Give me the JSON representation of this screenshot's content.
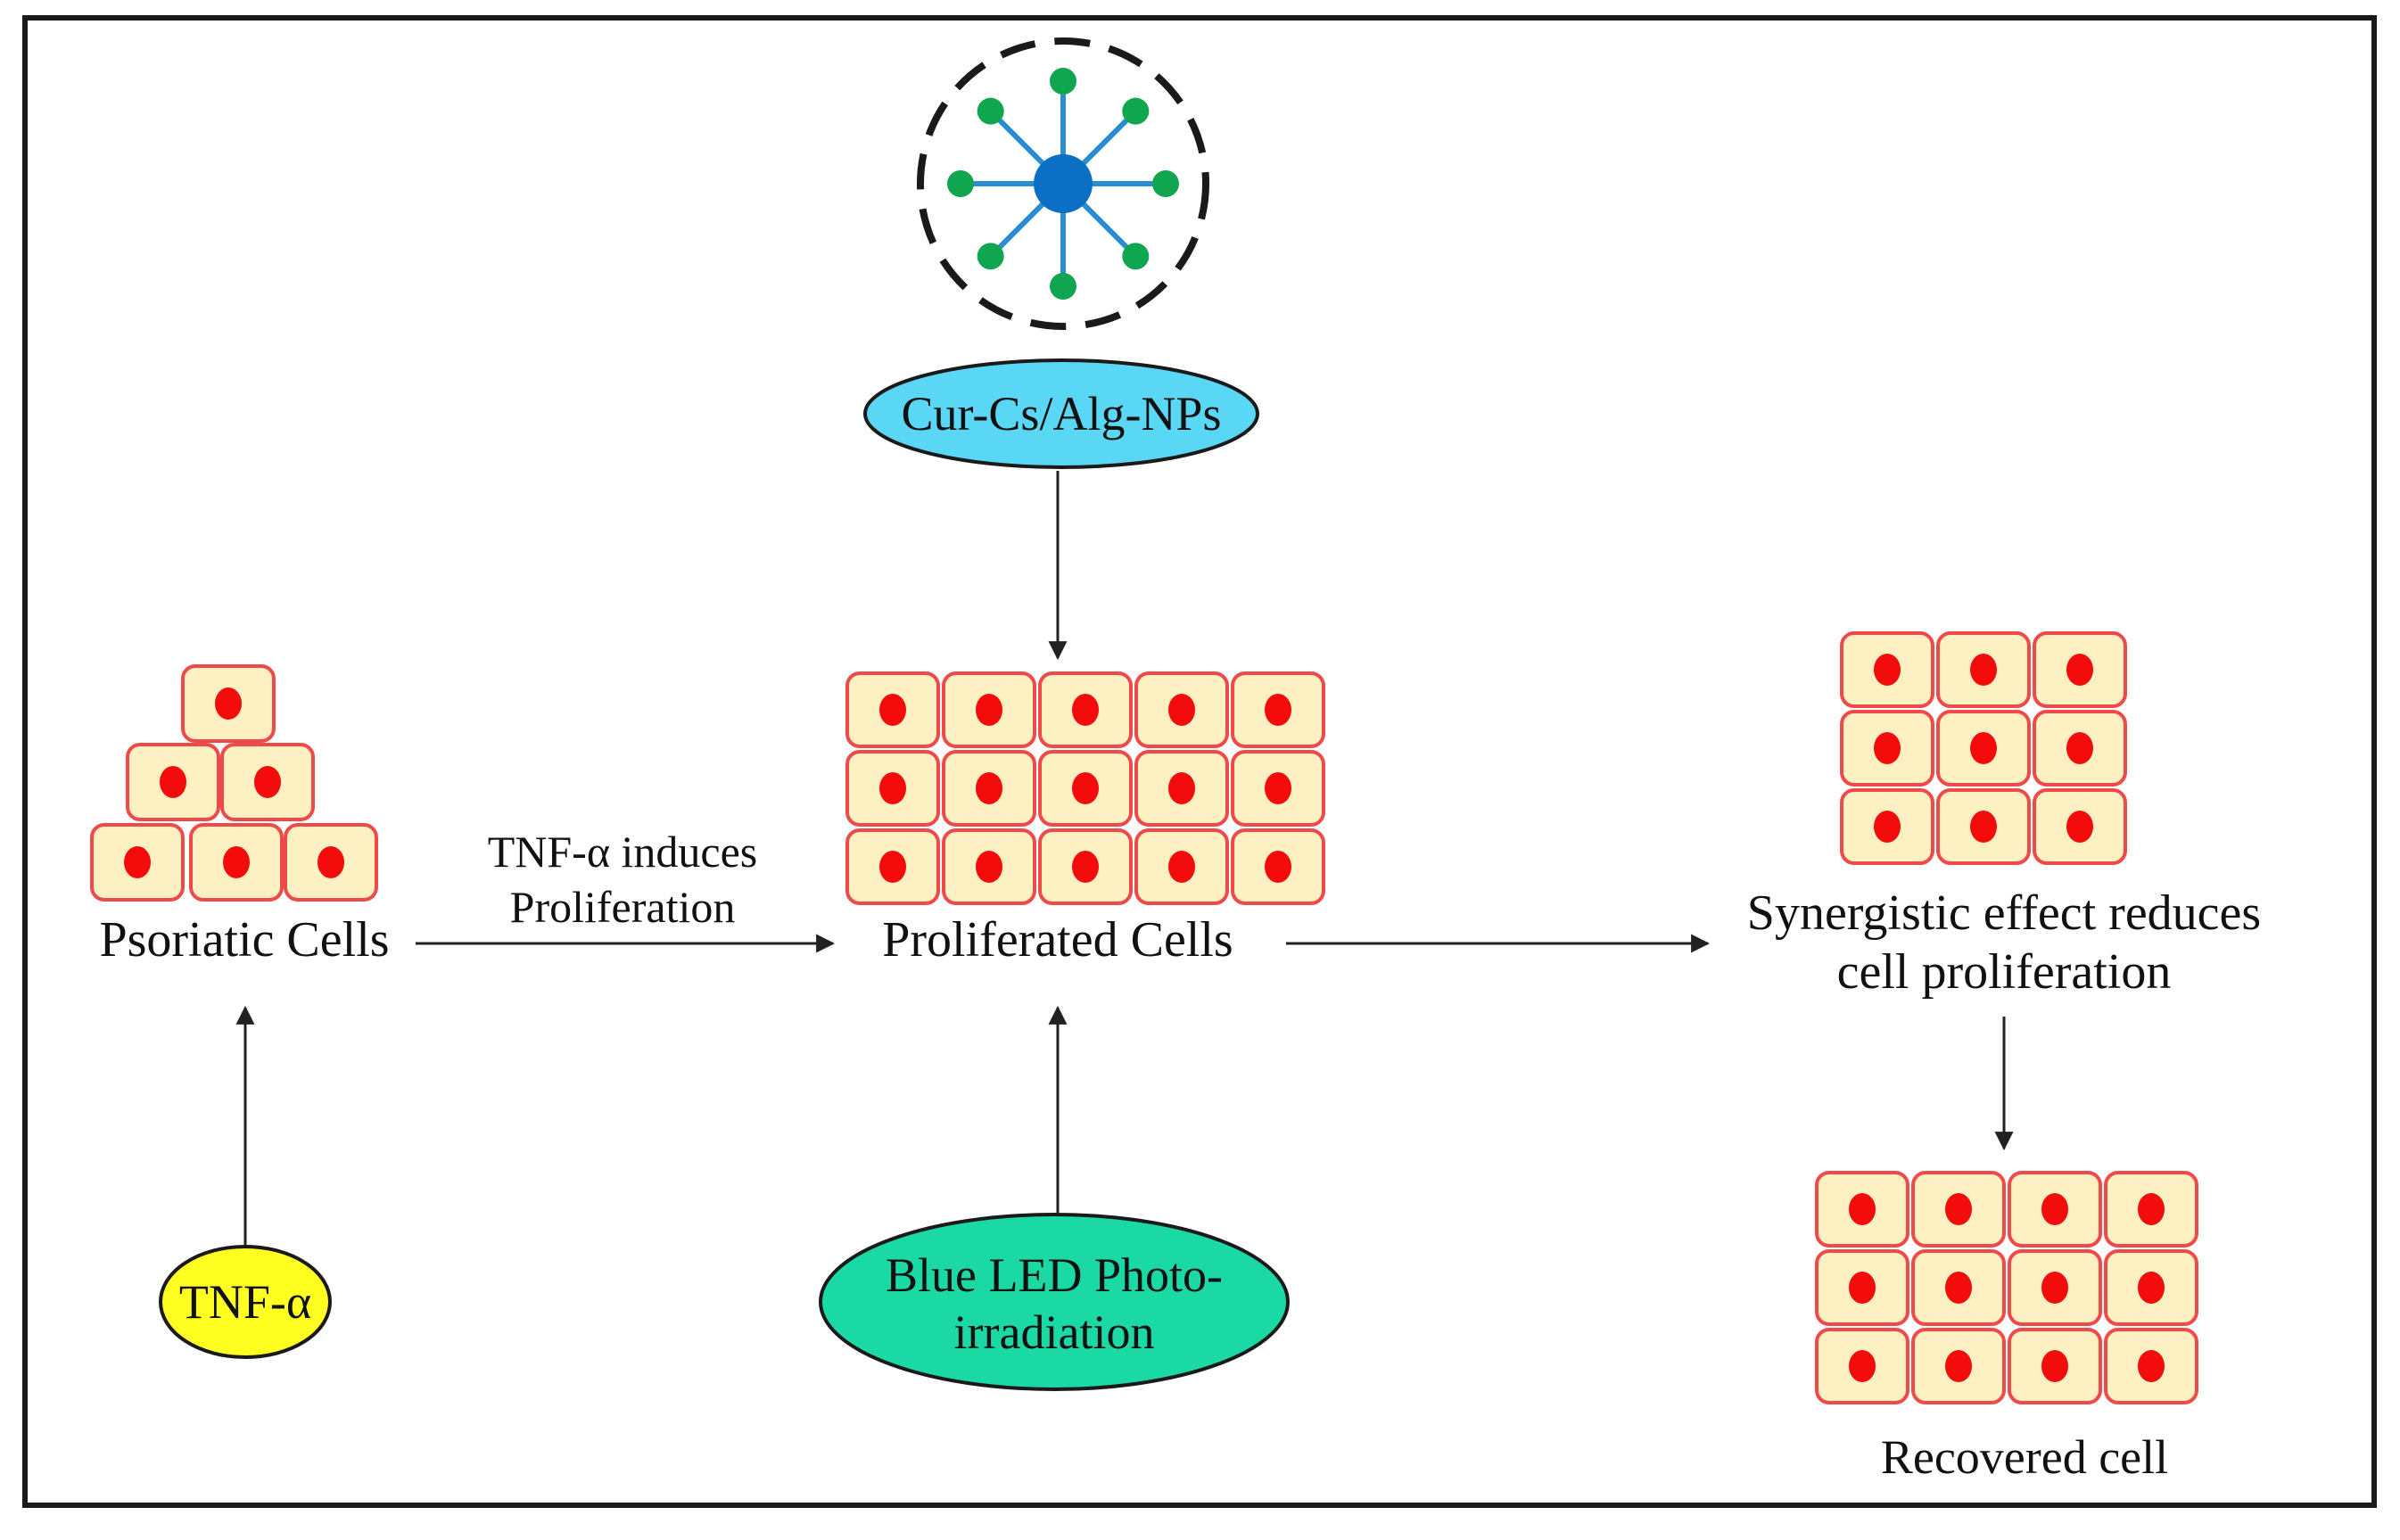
{
  "nanoparticle": {
    "label": "Cur-Cs/Alg-NPs",
    "ring_color": "#1a1a1a",
    "core_color": "#0b6fc4",
    "spoke_color": "#2a8fd0",
    "ligand_color": "#0fa64f",
    "label_fill": "#5ad7f5"
  },
  "tnf_alpha": {
    "label": "TNF-α",
    "fill": "#ffff22"
  },
  "blue_led": {
    "label_line1": "Blue LED Photo-",
    "label_line2": "irradiation",
    "fill": "#1bd9a5"
  },
  "psoriatic_cells": {
    "label": "Psoriatic Cells"
  },
  "proliferated_cells": {
    "label": "Proliferated Cells"
  },
  "arrow_tnf_induces": {
    "line1": "TNF-α induces",
    "line2": "Proliferation"
  },
  "synergistic_effect": {
    "line1": "Synergistic effect reduces",
    "line2": "cell proliferation"
  },
  "recovered_cells": {
    "label": "Recovered cell"
  },
  "cell_style": {
    "fill": "#fdf0c2",
    "border": "#ef4a4a",
    "nucleus": "#f40b0b"
  }
}
